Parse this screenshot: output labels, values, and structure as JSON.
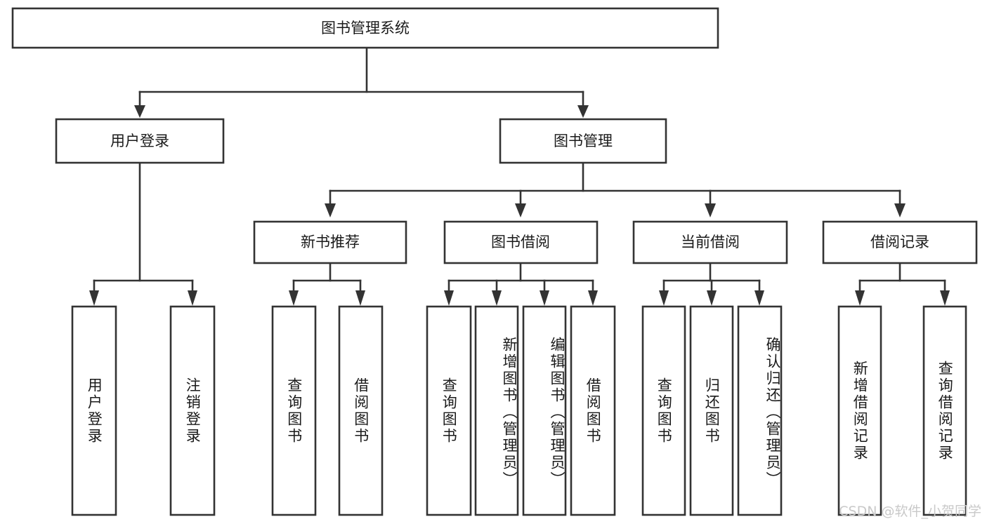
{
  "diagram": {
    "title": "图书管理系统",
    "root": {
      "id": "root",
      "label": "图书管理系统"
    },
    "level2": [
      {
        "id": "user-login",
        "label": "用户登录"
      },
      {
        "id": "book-manage",
        "label": "图书管理"
      }
    ],
    "level3": [
      {
        "id": "new-book-recommend",
        "label": "新书推荐"
      },
      {
        "id": "book-borrow",
        "label": "图书借阅"
      },
      {
        "id": "current-borrow",
        "label": "当前借阅"
      },
      {
        "id": "borrow-record",
        "label": "借阅记录"
      }
    ],
    "leaves": [
      {
        "id": "leaf-user-login",
        "label": "用户登录",
        "parent": "user-login"
      },
      {
        "id": "leaf-logout-login",
        "label": "注销登录",
        "parent": "user-login"
      },
      {
        "id": "leaf-query-book-1",
        "label": "查询图书",
        "parent": "new-book-recommend"
      },
      {
        "id": "leaf-borrow-book-1",
        "label": "借阅图书",
        "parent": "new-book-recommend"
      },
      {
        "id": "leaf-query-book-2",
        "label": "查询图书",
        "parent": "book-borrow"
      },
      {
        "id": "leaf-add-book",
        "label": "新增图书（管理员）",
        "parent": "book-borrow"
      },
      {
        "id": "leaf-edit-book",
        "label": "编辑图书（管理员）",
        "parent": "book-borrow"
      },
      {
        "id": "leaf-borrow-book-2",
        "label": "借阅图书",
        "parent": "book-borrow"
      },
      {
        "id": "leaf-query-book-3",
        "label": "查询图书",
        "parent": "current-borrow"
      },
      {
        "id": "leaf-return-book",
        "label": "归还图书",
        "parent": "current-borrow"
      },
      {
        "id": "leaf-confirm-return",
        "label": "确认归还（管理员）",
        "parent": "current-borrow"
      },
      {
        "id": "leaf-add-record",
        "label": "新增借阅记录",
        "parent": "borrow-record"
      },
      {
        "id": "leaf-query-record",
        "label": "查询借阅记录",
        "parent": "borrow-record"
      }
    ],
    "watermark": "CSDN @软件_小贺同学",
    "colors": {
      "stroke": "#333333",
      "box_fill": "#ffffff",
      "text": "#1a1a1a",
      "watermark": "#c9c9c9"
    }
  }
}
